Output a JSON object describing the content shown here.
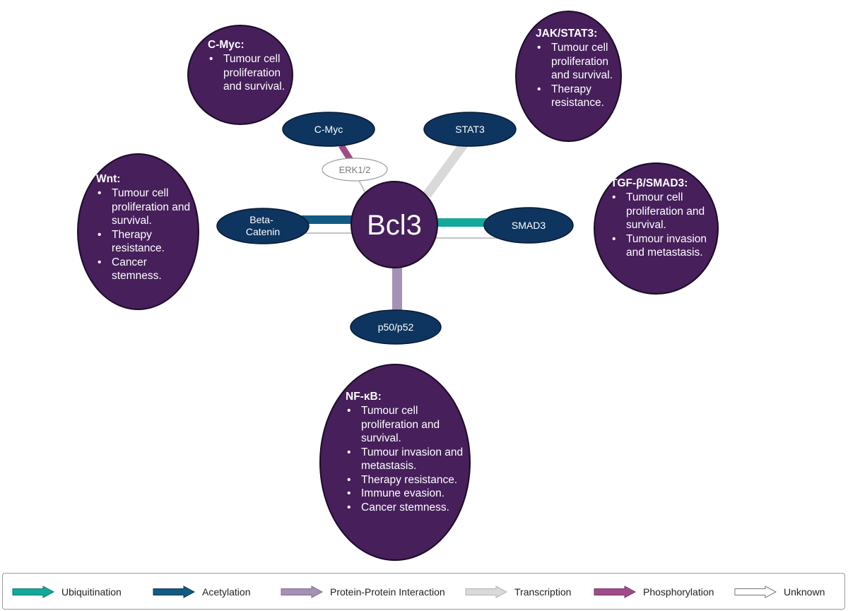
{
  "colors": {
    "bubble_fill": "#461f5b",
    "node_fill": "#0e3560",
    "ubiquitination": "#13a89a",
    "acetylation": "#125a83",
    "protein_protein_interaction": "#a491b4",
    "transcription": "#d9d9d9",
    "phosphorylation": "#a04b87",
    "unknown": "#ffffff"
  },
  "hub": {
    "label": "Bcl3"
  },
  "nodes": {
    "c_myc": "C-Myc",
    "stat3": "STAT3",
    "erk": "ERK1/2",
    "beta_catenin_line1": "Beta-",
    "beta_catenin_line2": "Catenin",
    "smad3": "SMAD3",
    "p50_p52": "p50/p52"
  },
  "bubbles": {
    "cmyc": {
      "title": "C-Myc:",
      "items": [
        "Tumour cell proliferation and survival."
      ]
    },
    "jakstat3": {
      "title": "JAK/STAT3:",
      "items": [
        "Tumour cell proliferation and survival.",
        "Therapy resistance."
      ]
    },
    "wnt": {
      "title": "Wnt:",
      "items": [
        "Tumour cell proliferation and survival.",
        "Therapy resistance.",
        "Cancer stemness."
      ]
    },
    "tgfb": {
      "title": "TGF-β/SMAD3:",
      "items": [
        "Tumour cell proliferation and survival.",
        "Tumour invasion and metastasis."
      ]
    },
    "nfkb": {
      "title": "NF-κB:",
      "items": [
        "Tumour cell proliferation and survival.",
        "Tumour invasion and metastasis.",
        "Therapy resistance.",
        "Immune evasion.",
        "Cancer stemness."
      ]
    }
  },
  "legend": {
    "ubiquitination": "Ubiquitination",
    "acetylation": "Acetylation",
    "protein_protein_interaction": "Protein-Protein Interaction",
    "transcription": "Transcription",
    "phosphorylation": "Phosphorylation",
    "unknown": "Unknown"
  }
}
